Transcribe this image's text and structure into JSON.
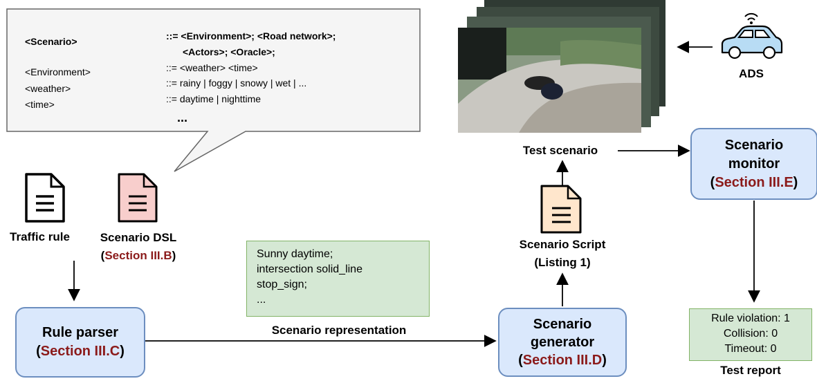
{
  "grammar": {
    "rows": [
      {
        "left": "<Scenario>",
        "right_bold": "::= <Environment>; <Road network>;"
      },
      {
        "left": "",
        "right_bold": "<Actors>; <Oracle>;"
      },
      {
        "left": "<Environment>",
        "right": "::= <weather> <time>"
      },
      {
        "left": "<weather>",
        "right": "::= rainy | foggy | snowy | wet | ..."
      },
      {
        "left": "<time>",
        "right": "::= daytime | nighttime"
      }
    ],
    "ellipsis": "..."
  },
  "traffic_rule": {
    "label": "Traffic rule"
  },
  "scenario_dsl": {
    "label": "Scenario DSL",
    "section": "Section III.B"
  },
  "rule_parser": {
    "title": "Rule parser",
    "section": "Section III.C"
  },
  "scenario_representation": {
    "label": "Scenario representation",
    "lines": [
      "Sunny daytime;",
      "intersection solid_line",
      "stop_sign;",
      "..."
    ]
  },
  "scenario_generator": {
    "title_line1": "Scenario",
    "title_line2": "generator",
    "section": "Section III.D"
  },
  "scenario_script": {
    "label": "Scenario Script",
    "sublabel": "(Listing 1)"
  },
  "test_scenario": {
    "label": "Test scenario"
  },
  "ads": {
    "label": "ADS"
  },
  "scenario_monitor": {
    "title_line1": "Scenario",
    "title_line2": "monitor",
    "section": "Section III.E"
  },
  "test_report": {
    "label": "Test report",
    "lines": [
      "Rule violation: 1",
      "Collision: 0",
      "Timeout: 0"
    ]
  },
  "colors": {
    "blue_fill": "#dae8fc",
    "blue_stroke": "#6c8ebf",
    "green_fill": "#d5e8d4",
    "green_stroke": "#82b366",
    "section_red": "#8b1a1a",
    "dsl_doc_fill": "#f8cecc",
    "script_doc_fill": "#ffe6cc",
    "car_fill": "#b8dcf4"
  }
}
